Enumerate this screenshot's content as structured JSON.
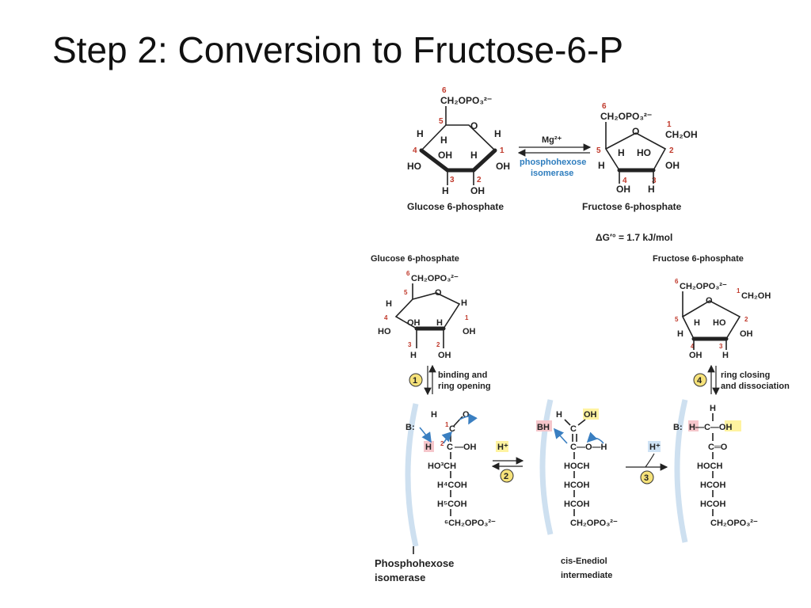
{
  "slide": {
    "title": "Step 2: Conversion to Fructose-6-P"
  },
  "top_reaction": {
    "left_label": "Glucose 6-phosphate",
    "right_label": "Fructose 6-phosphate",
    "cofactor": "Mg²⁺",
    "enzyme_line1": "phosphohexose",
    "enzyme_line2": "isomerase",
    "delta_g": "ΔG′° = 1.7 kJ/mol"
  },
  "atoms": {
    "ch2opo3": "CH₂OPO₃²⁻",
    "ch2oh": "CH₂OH",
    "o": "O",
    "h": "H",
    "oh": "OH",
    "ho": "HO"
  },
  "mechanism": {
    "left_label": "Glucose 6-phosphate",
    "right_label": "Fructose 6-phosphate",
    "step1_num": "1",
    "step1_line1": "binding and",
    "step1_line2": "ring opening",
    "step2_num": "2",
    "step3_num": "3",
    "step4_num": "4",
    "step4_line1": "ring closing",
    "step4_line2": "and dissociation",
    "base": "B:",
    "base_h": "BH",
    "proton": "H⁺",
    "enzyme_line1": "Phosphohexose",
    "enzyme_line2": "isomerase",
    "intermediate_line1": "cis-Enediol",
    "intermediate_line2": "intermediate",
    "open_chain": {
      "c1": "C",
      "c2_h": "H",
      "c2": "C",
      "c2_oh": "—OH",
      "c3": "HO³CH",
      "c4": "H⁴COH",
      "c5": "H⁵COH",
      "c6": "⁶CH₂OPO₃²⁻"
    },
    "enediol": {
      "c1": "C",
      "c2": "C—O—H",
      "c3": "HOCH",
      "c4": "HCOH",
      "c5": "HCOH",
      "c6": "CH₂OPO₃²⁻"
    },
    "keto": {
      "c1": "H—C—OH",
      "c2": "C═O",
      "c3": "HOCH",
      "c4": "HCOH",
      "c5": "HCOH",
      "c6": "CH₂OPO₃²⁻"
    }
  },
  "colors": {
    "numbers": "#c0392b",
    "enzyme_text": "#2e7dbe",
    "arrow_curly": "#3a7fc1",
    "highlight_pink": "#f5c6cb",
    "highlight_yellow": "#fff3a0",
    "highlight_blue": "#cfe3f5",
    "step_circle": "#f6e27a"
  }
}
